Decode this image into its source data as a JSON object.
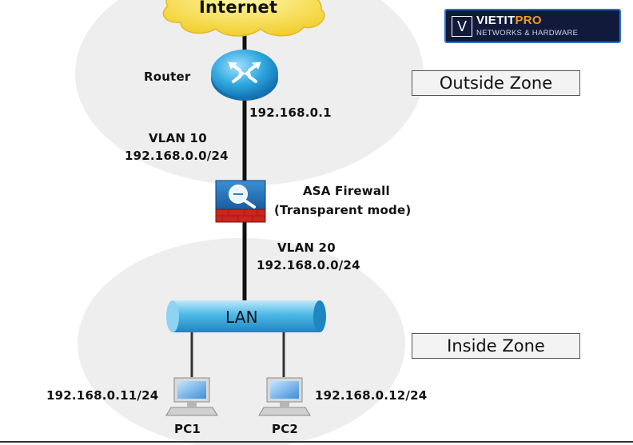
{
  "nodes": {
    "internet": "Internet",
    "router": "Router",
    "router_ip": "192.168.0.1",
    "firewall_line1": "ASA Firewall",
    "firewall_line2": "(Transparent mode)",
    "lan": "LAN",
    "pc1": "PC1",
    "pc2": "PC2",
    "pc1_ip": "192.168.0.11/24",
    "pc2_ip": "192.168.0.12/24"
  },
  "links": {
    "vlan10_name": "VLAN 10",
    "vlan10_net": "192.168.0.0/24",
    "vlan20_name": "VLAN 20",
    "vlan20_net": "192.168.0.0/24"
  },
  "zones": {
    "outside": "Outside Zone",
    "inside": "Inside Zone"
  },
  "logo": {
    "mark": "V",
    "name_a": "VIETIT",
    "name_b": "PRO",
    "tagline": "NETWORKS & HARDWARE"
  },
  "colors": {
    "router_blue": "#2a9fd8",
    "firewall_blue": "#1f6fb6",
    "firewall_red": "#c8261e",
    "lan_tube": "#49b3e3",
    "cloud_yellow": "#f7d84a",
    "zone_fill": "#ededed"
  }
}
